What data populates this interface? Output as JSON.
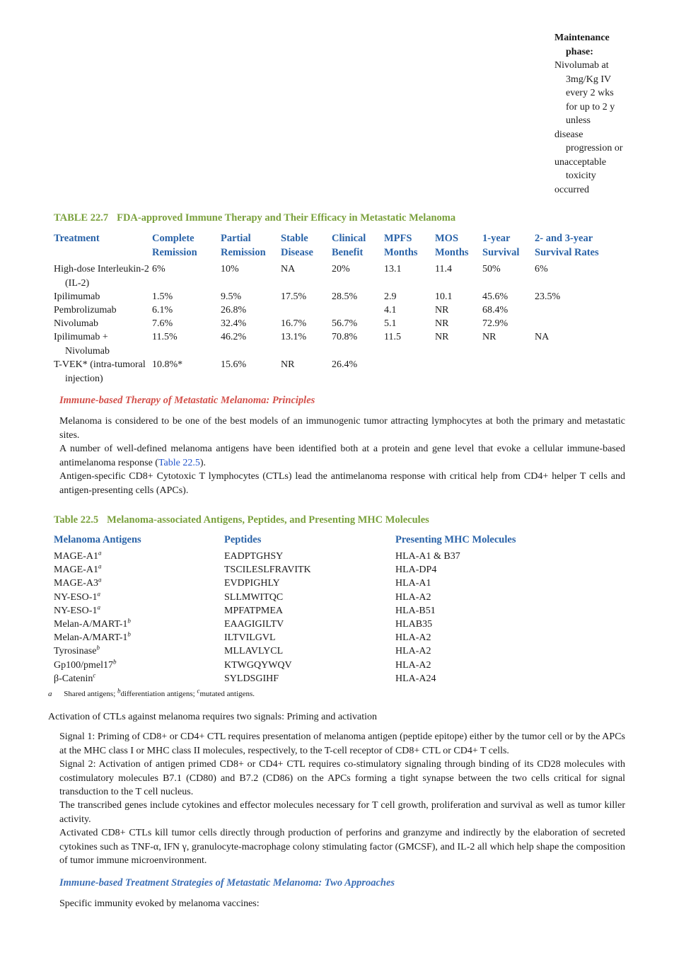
{
  "maintenance": {
    "title_1": "Maintenance",
    "title_2": "phase:",
    "lines": [
      {
        "text": "Nivolumab at",
        "indent": false
      },
      {
        "text": "3mg/Kg IV",
        "indent": true
      },
      {
        "text": "every 2 wks",
        "indent": true
      },
      {
        "text": "for up to 2 y",
        "indent": true
      },
      {
        "text": "unless",
        "indent": true
      },
      {
        "text": "disease",
        "indent": false
      },
      {
        "text": "progression or",
        "indent": true
      },
      {
        "text": "unacceptable",
        "indent": false
      },
      {
        "text": "toxicity",
        "indent": true
      },
      {
        "text": "occurred",
        "indent": false
      }
    ]
  },
  "table227": {
    "label": "TABLE 22.7",
    "title": "FDA-approved Immune Therapy and Their Efficacy in Metastatic Melanoma",
    "headers": [
      {
        "l1": "Treatment",
        "l2": ""
      },
      {
        "l1": "Complete",
        "l2": "Remission"
      },
      {
        "l1": "Partial",
        "l2": "Remission"
      },
      {
        "l1": "Stable",
        "l2": "Disease"
      },
      {
        "l1": "Clinical",
        "l2": "Benefit"
      },
      {
        "l1": "MPFS",
        "l2": "Months"
      },
      {
        "l1": "MOS",
        "l2": "Months"
      },
      {
        "l1": "1-year",
        "l2": "Survival"
      },
      {
        "l1": "2- and 3-year",
        "l2": "Survival Rates"
      }
    ],
    "rows": [
      {
        "cells": [
          "High-dose Interleukin-2 (IL-2)",
          "6%",
          "10%",
          "NA",
          "20%",
          "13.1",
          "11.4",
          "50%",
          "6%"
        ]
      },
      {
        "cells": [
          "Ipilimumab",
          "1.5%",
          "9.5%",
          "17.5%",
          "28.5%",
          "2.9",
          "10.1",
          "45.6%",
          "23.5%"
        ]
      },
      {
        "cells": [
          "Pembrolizumab",
          "6.1%",
          "26.8%",
          "",
          "",
          "4.1",
          "NR",
          "68.4%",
          ""
        ]
      },
      {
        "cells": [
          "Nivolumab",
          "7.6%",
          "32.4%",
          "16.7%",
          "56.7%",
          "5.1",
          "NR",
          "72.9%",
          ""
        ]
      },
      {
        "cells": [
          "Ipilimumab + Nivolumab",
          "11.5%",
          "46.2%",
          "13.1%",
          "70.8%",
          "11.5",
          "NR",
          "NR",
          "NA"
        ]
      },
      {
        "cells": [
          "T-VEK* (intra-tumoral injection)",
          "10.8%*",
          "15.6%",
          "NR",
          "26.4%",
          "",
          "",
          "",
          ""
        ]
      }
    ]
  },
  "section1": {
    "heading": "Immune-based Therapy of Metastatic Melanoma: Principles",
    "p1": "Melanoma is considered to be one of the best models of an immunogenic tumor attracting lymphocytes at both the primary and metastatic sites.",
    "p2_pre": "A number of well-defined melanoma antigens have been identified both at a protein and gene level that evoke a cellular immune-based antimelanoma response (",
    "p2_link": "Table 22.5",
    "p2_post": ").",
    "p3": "Antigen-specific CD8+ Cytotoxic T lymphocytes (CTLs) lead the antimelanoma response with critical help from CD4+ helper T cells and antigen-presenting cells (APCs)."
  },
  "table225": {
    "label": "Table 22.5",
    "title": "Melanoma-associated Antigens, Peptides, and Presenting MHC Molecules",
    "headers": [
      "Melanoma Antigens",
      "Peptides",
      "Presenting MHC Molecules"
    ],
    "rows": [
      {
        "antigen": "MAGE-A1",
        "sup": "a",
        "peptide": "EADPTGHSY",
        "mhc": "HLA-A1 & B37"
      },
      {
        "antigen": "MAGE-A1",
        "sup": "a",
        "peptide": "TSCILESLFRAVITK",
        "mhc": "HLA-DP4"
      },
      {
        "antigen": "MAGE-A3",
        "sup": "a",
        "peptide": "EVDPIGHLY",
        "mhc": "HLA-A1"
      },
      {
        "antigen": "NY-ESO-1",
        "sup": "a",
        "peptide": "SLLMWITQC",
        "mhc": "HLA-A2"
      },
      {
        "antigen": "NY-ESO-1",
        "sup": "a",
        "peptide": "MPFATPMEA",
        "mhc": "HLA-B51"
      },
      {
        "antigen": "Melan-A/MART-1",
        "sup": "b",
        "peptide": "EAAGIGILTV",
        "mhc": "HLAB35"
      },
      {
        "antigen": "Melan-A/MART-1",
        "sup": "b",
        "peptide": "ILTVILGVL",
        "mhc": "HLA-A2"
      },
      {
        "antigen": "Tyrosinase",
        "sup": "b",
        "peptide": "MLLAVLYCL",
        "mhc": "HLA-A2"
      },
      {
        "antigen": "Gp100/pmel17",
        "sup": "b",
        "peptide": "KTWGQYWQV",
        "mhc": "HLA-A2"
      },
      {
        "antigen": "β-Catenin",
        "sup": "c",
        "peptide": "SYLDSGIHF",
        "mhc": "HLA-A24"
      }
    ],
    "footnote_marker": "a",
    "footnote_text": "Shared antigens; ",
    "footnote_b": "b",
    "footnote_b_text": "differentiation antigens; ",
    "footnote_c": "c",
    "footnote_c_text": "mutated antigens."
  },
  "activation": {
    "intro": "Activation of CTLs against melanoma requires two signals: Priming and activation",
    "s1": "Signal 1: Priming of CD8+ or CD4+ CTL requires presentation of melanoma antigen (peptide epitope) either by the tumor cell or by the APCs at the MHC class I or MHC class II molecules, respectively, to the T-cell receptor of CD8+ CTL or CD4+ T cells.",
    "s2": "Signal 2: Activation of antigen primed CD8+ or CD4+ CTL requires co-stimulatory signaling through binding of its CD28 molecules with costimulatory molecules B7.1 (CD80) and B7.2 (CD86) on the APCs forming a tight synapse between the two cells critical for signal transduction to the T cell nucleus.",
    "s3": "The transcribed genes include cytokines and effector molecules necessary for T cell growth, proliferation and survival as well as tumor killer activity.",
    "s4": "Activated CD8+ CTLs kill tumor cells directly through production of perforins and granzyme and indirectly by the elaboration of secreted cytokines such as TNF-α, IFN γ, granulocyte-macrophage colony stimulating factor (GMCSF), and IL-2 all which help shape the composition of tumor immune microenvironment."
  },
  "section2": {
    "heading": "Immune-based Treatment Strategies of Metastatic Melanoma: Two Approaches",
    "p1": "Specific immunity evoked by melanoma vaccines:"
  }
}
